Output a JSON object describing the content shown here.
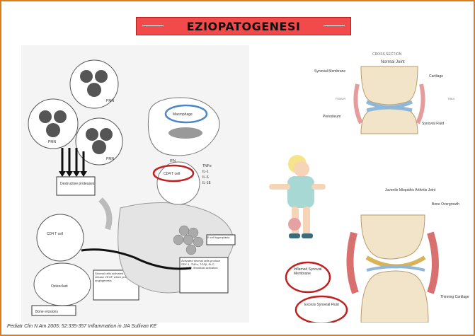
{
  "slide": {
    "title": "EZIOPATOGENESI",
    "citation": "Pediatr Clin N Am 2005; 52:335-357 Inflammation in JIA Sullivan KE"
  },
  "left_figure": {
    "pmn_labels": [
      "PMN",
      "PMN",
      "PMN"
    ],
    "destructive_label": "Destructive proteases",
    "cd4_label": "CD4 T cell",
    "osteoclast_label": "Osteoclast",
    "bone_erosions_label": "Bone erosions",
    "macrophage_label": "Macrophage",
    "cd4_circle_label": "CD4 T cell",
    "cytokines": [
      "TNFα",
      "IL-1",
      "IL-6",
      "IL-18"
    ],
    "ifn_label": "IFN",
    "b_cell_label": "B cell hyperplasia",
    "stromal_note": "Stromal cells activated by T cells release VEGF, which promotes angiogenesis",
    "activated_note": "Activated stromal cells produce SDF-1, TNFα, TGFβ, RLC, CXCL12, fibroblast activation"
  },
  "right_figure": {
    "cross_section": "CROSS SECTION",
    "normal_title": "Normal Joint",
    "synovial_membrane": "Synovial Membrane",
    "cartilage": "Cartilage",
    "femur": "FEMUR",
    "tibia": "TIBIA",
    "synovial_fluid": "Synovial Fluid",
    "periosteum": "Periosteum",
    "jia_title": "Juvenile Idiopathic Arthritis Joint",
    "bone_overgrowth": "Bone Overgrowth",
    "inflamed": "Inflamed Synovial Membrane",
    "excess": "Excess Synovial Fluid",
    "thinning": "Thinning Cartilage"
  }
}
